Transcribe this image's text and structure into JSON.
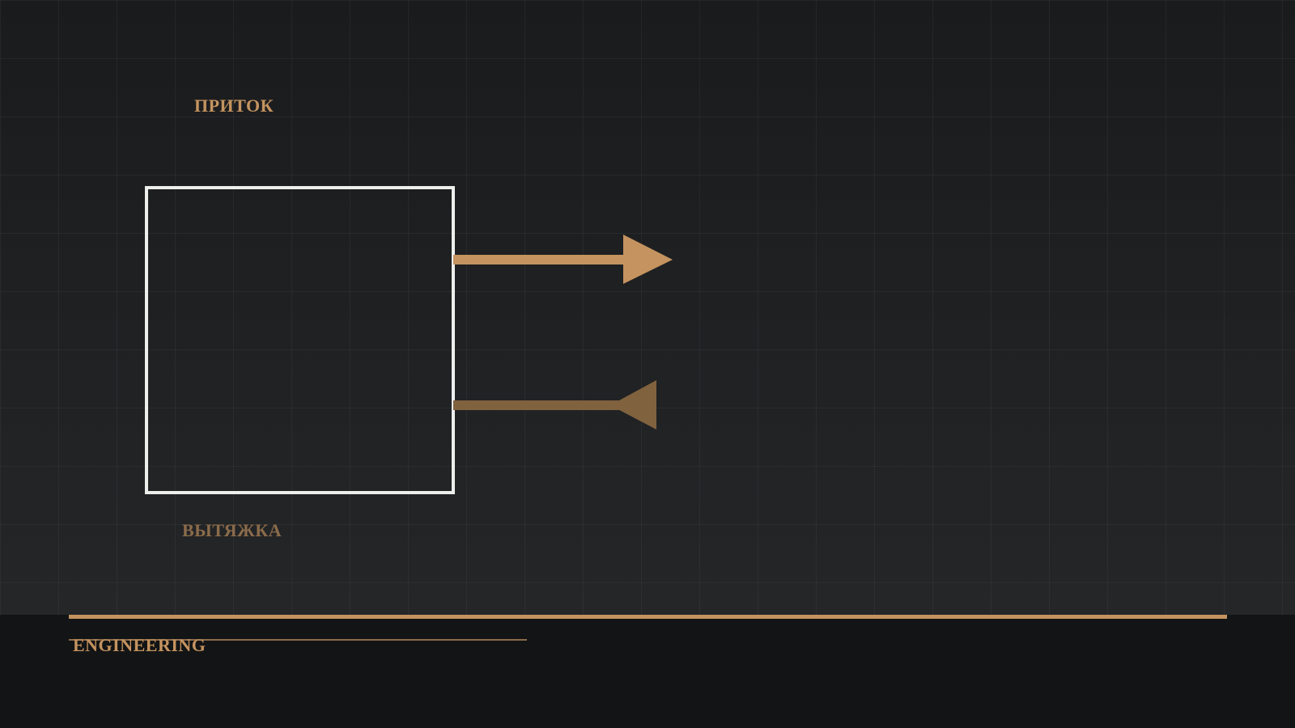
{
  "diagram": {
    "labels": {
      "supply": "ПРИТОК",
      "exhaust": "ВЫТЯЖКА"
    },
    "nodes": [
      {
        "id": "room",
        "shape": "square-outline",
        "color": "#eeeeec"
      }
    ],
    "arrows": [
      {
        "id": "supply-arrow",
        "direction": "right",
        "color": "#c4935f"
      },
      {
        "id": "exhaust-arrow",
        "direction": "left",
        "color": "#80623f"
      }
    ]
  },
  "footer": {
    "title": "ENGINEERING"
  },
  "colors": {
    "accent": "#c4935f",
    "accent_dim": "#8a6b4b",
    "background": "#1c1d1f",
    "footer_background": "#131415",
    "node_stroke": "#eeeeec"
  }
}
